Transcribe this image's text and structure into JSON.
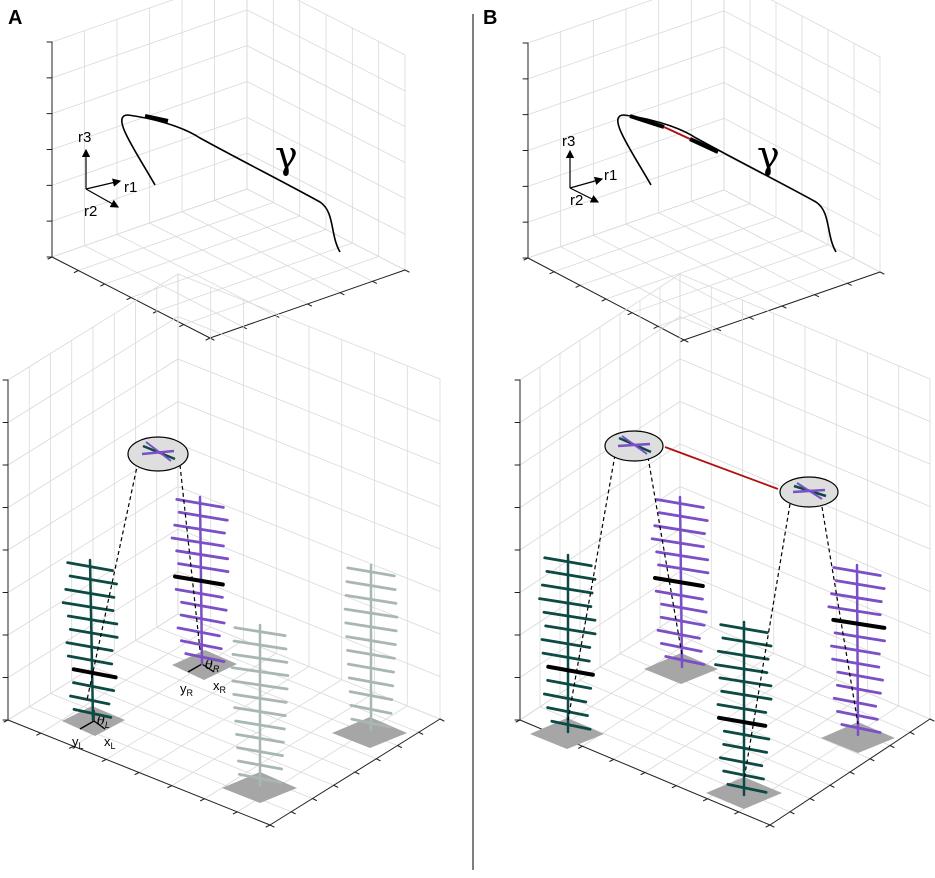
{
  "panels": [
    {
      "letter": "A",
      "axes": {
        "r1": "r1",
        "r2": "r2",
        "r3": "r3"
      },
      "curve_label": "γ"
    },
    {
      "letter": "B",
      "axes": {
        "r1": "r1",
        "r2": "r2",
        "r3": "r3"
      },
      "curve_label": "γ"
    }
  ],
  "left_foot": {
    "theta": "θ",
    "theta_sub": "L",
    "x": "x",
    "x_sub": "L",
    "y": "y",
    "y_sub": "L"
  },
  "right_foot": {
    "theta": "θ",
    "theta_sub": "R",
    "x": "x",
    "x_sub": "R",
    "y": "y",
    "y_sub": "R"
  },
  "colors": {
    "left_leg": "#0d4a44",
    "right_leg": "#7b4fc6",
    "highlight": "#b01010",
    "ghost": "#a9b7b3",
    "pad": "#a6a6a6",
    "grid": "#d9d9d9",
    "node_fill": "#dedede"
  }
}
